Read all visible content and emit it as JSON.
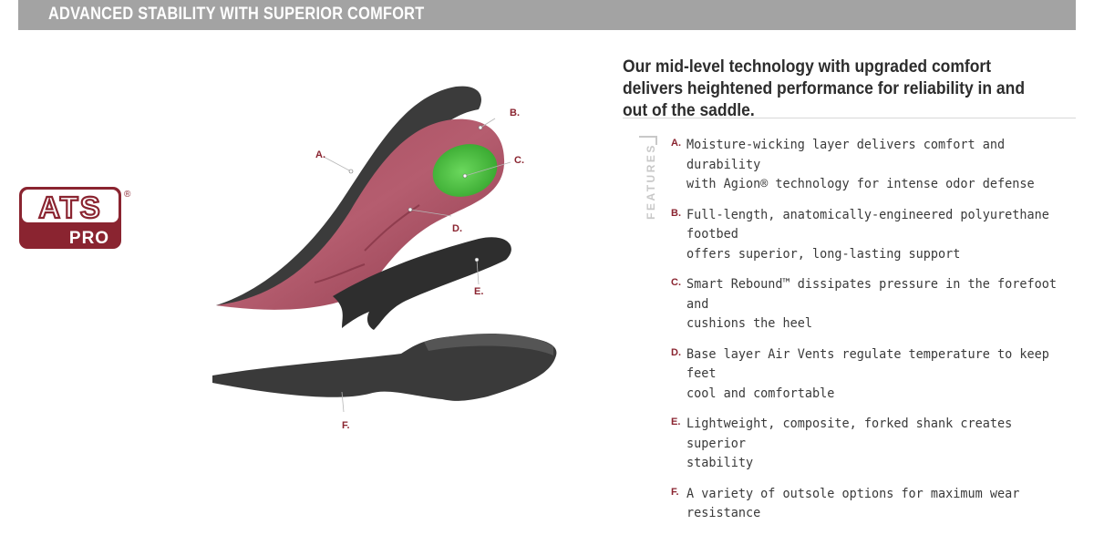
{
  "banner": {
    "title": "ADVANCED STABILITY WITH SUPERIOR COMFORT"
  },
  "logo": {
    "wordmark": "ATS",
    "sub": "PRO",
    "registered": "®"
  },
  "colors": {
    "accent": "#8a2430",
    "banner": "#a3a3a3",
    "gel": "#4cc443",
    "text": "#3a3a3a"
  },
  "headline": "Our mid-level technology with upgraded comfort delivers heightened performance for reliability in and out of the saddle.",
  "callouts": {
    "a": "A.",
    "b": "B.",
    "c": "C.",
    "d": "D.",
    "e": "E.",
    "f": "F."
  },
  "features_label": "FEATURES",
  "features": [
    {
      "letter": "A.",
      "text": "Moisture-wicking layer delivers comfort and durability\nwith Agion® technology for intense odor defense"
    },
    {
      "letter": "B.",
      "text": "Full-length, anatomically-engineered polyurethane footbed\noffers superior, long-lasting support"
    },
    {
      "letter": "C.",
      "text": "Smart Rebound™ dissipates pressure in the forefoot and\ncushions the heel"
    },
    {
      "letter": "D.",
      "text": "Base layer Air Vents regulate temperature to keep feet\ncool and comfortable"
    },
    {
      "letter": "E.",
      "text": "Lightweight, composite, forked shank creates superior\nstability"
    },
    {
      "letter": "F.",
      "text": "A variety of outsole options for maximum wear resistance"
    }
  ]
}
